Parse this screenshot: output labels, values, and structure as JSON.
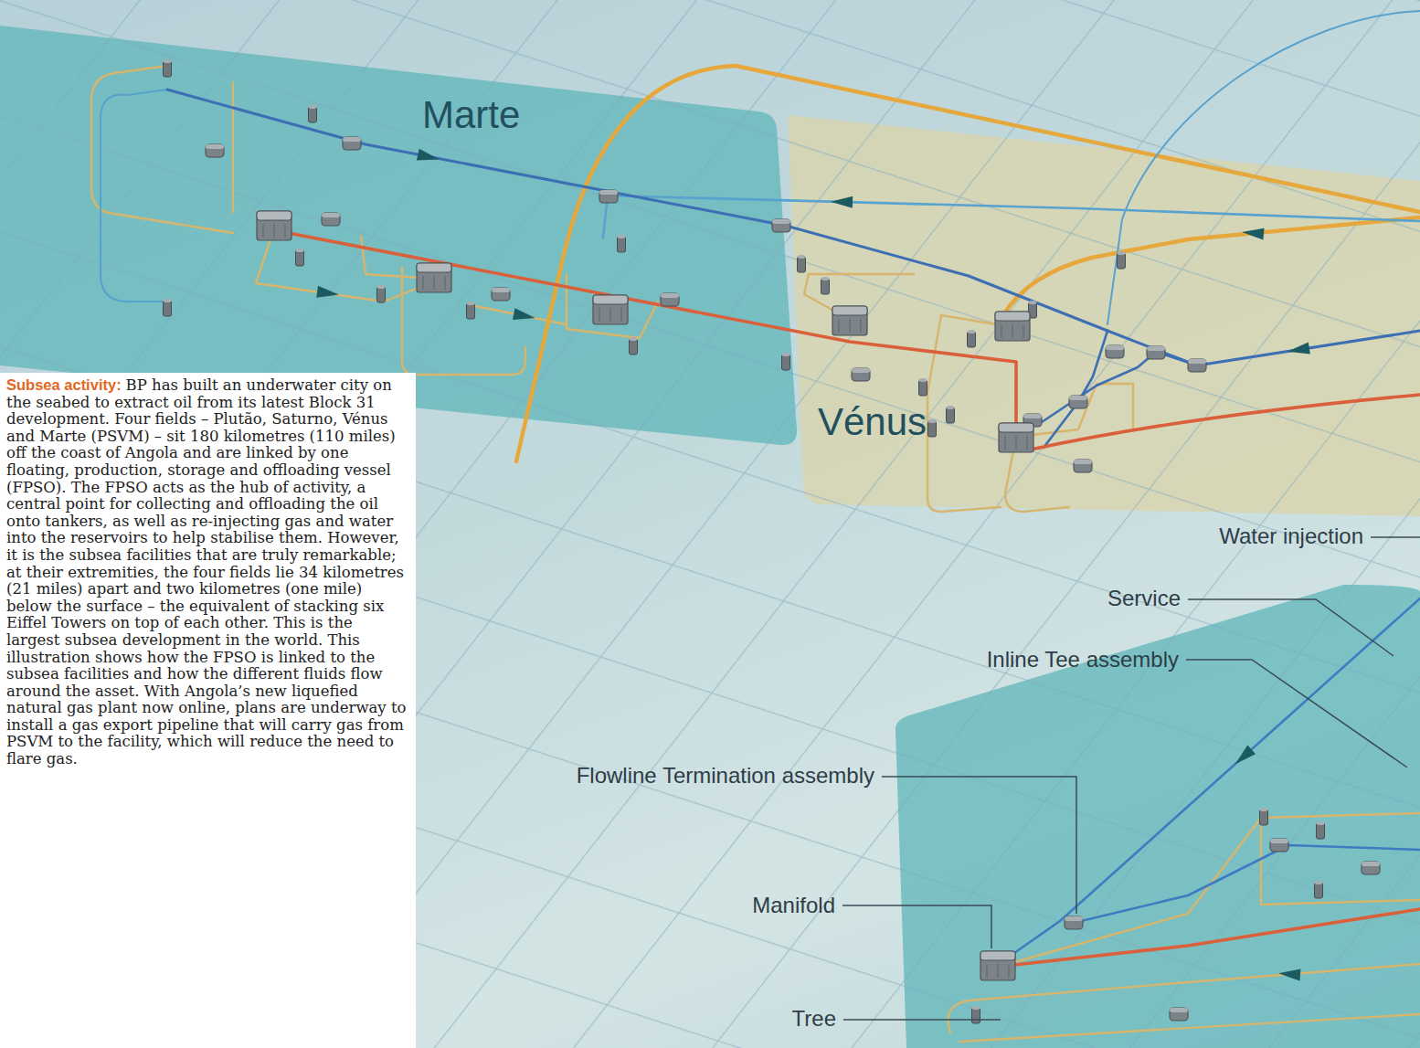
{
  "diagram": {
    "nodes": [
      {
        "text": [
          "Marte"
        ]
      },
      {
        "text": [
          "Vénus"
        ]
      },
      {
        "text": [
          "Subsea activity:",
          "BP has built an underwater city on the seabed to extract oil from its latest Block 31 development. Four fields – Plutão, Saturno, Vénus and Marte (PSVM) – sit 180 kilometres (110 miles) off the coast of Angola and are linked by one floating, production, storage and offloading vessel (FPSO). The FPSO acts as the hub of activity, a central point for collecting and offloading the oil onto tankers, as well as re-injecting gas and water into the reservoirs to help stabilise them. However, it is the subsea facilities that are truly remarkable; at their extremities, the four fields lie 34 kilometres (21 miles) apart and two kilometres (one mile) below the surface – the equivalent of stacking six Eiffel Towers on top of each other. This is the largest subsea development in the world. This illustration shows how the FPSO is linked to the subsea facilities and how the different fluids flow around the asset. With Angola’s new liquefied natural gas plant now online, plans are underway to install a gas export pipeline that will carry gas from PSVM to the facility, which will reduce the need to flare gas."
        ]
      }
    ],
    "labels": [
      "Water injection",
      "Service",
      "Inline Tee assembly",
      "Flowline Termination assembly",
      "Manifold",
      "Tree"
    ]
  }
}
